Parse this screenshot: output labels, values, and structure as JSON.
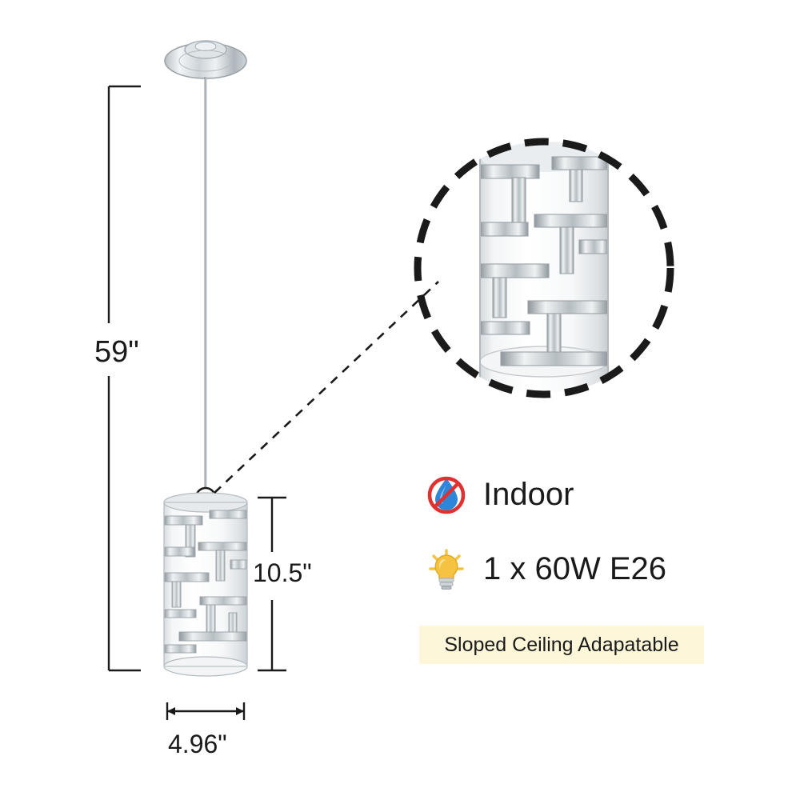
{
  "product": {
    "type": "pendant-light-dimension-diagram",
    "dimensions": {
      "height_label": "59\"",
      "shade_height_label": "10.5\"",
      "shade_width_label": "4.96\""
    }
  },
  "specs": [
    {
      "icon": "no-water-indoor-icon",
      "label": "Indoor"
    },
    {
      "icon": "light-bulb-icon",
      "label": "1 x 60W E26"
    }
  ],
  "badge": {
    "label": "Sloped Ceiling Adapatable"
  },
  "colors": {
    "background": "#ffffff",
    "line": "#1a1a1a",
    "text": "#1a1a1a",
    "badge_background": "#fdf6d8",
    "chrome_light": "#e9ecee",
    "chrome_mid": "#c3c9cd",
    "chrome_dark": "#9aa2a8",
    "shade_white": "#fbfbfb",
    "bulb_yellow": "#f5c242",
    "water_blue": "#2e86d8",
    "prohibit_red": "#e03131"
  }
}
